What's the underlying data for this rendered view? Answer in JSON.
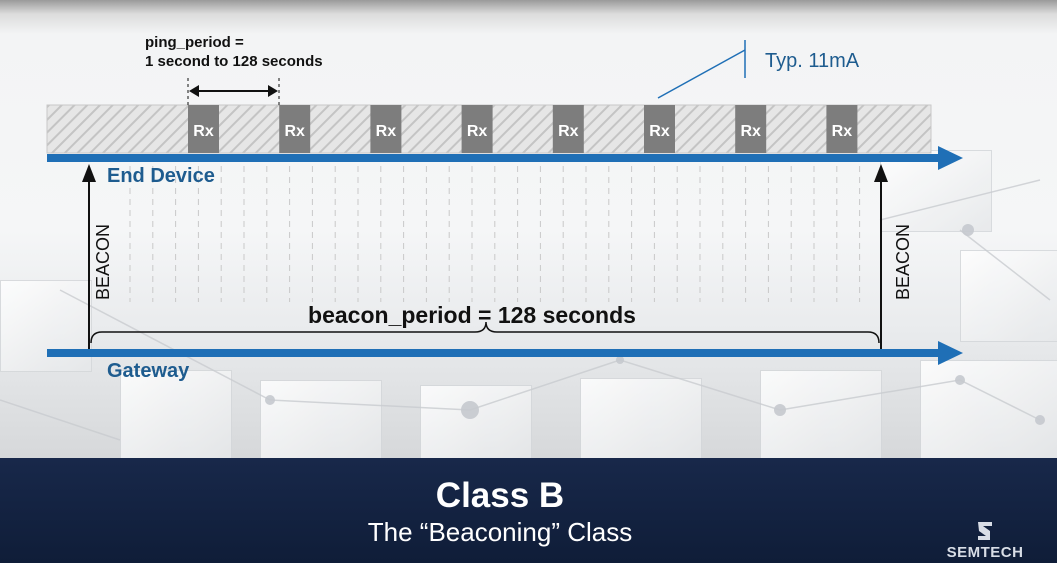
{
  "diagram": {
    "ping_period_label_line1": "ping_period =",
    "ping_period_label_line2": "1 second to 128 seconds",
    "current_label": "Typ. 11mA",
    "rx_slot_label": "Rx",
    "rx_slot_count": 8,
    "end_device_label": "End Device",
    "gateway_label": "Gateway",
    "beacon_left_label": "BEACON",
    "beacon_right_label": "BEACON",
    "beacon_period_label": "beacon_period = 128 seconds"
  },
  "footer": {
    "title": "Class B",
    "subtitle": "The “Beaconing” Class"
  },
  "logo": {
    "text": "SEMTECH"
  },
  "colors": {
    "timeline_blue": "#1f6fb6",
    "label_blue": "#1e5c8f",
    "rx_gray": "#7d7d7d",
    "footer_navy": "#15254a"
  }
}
